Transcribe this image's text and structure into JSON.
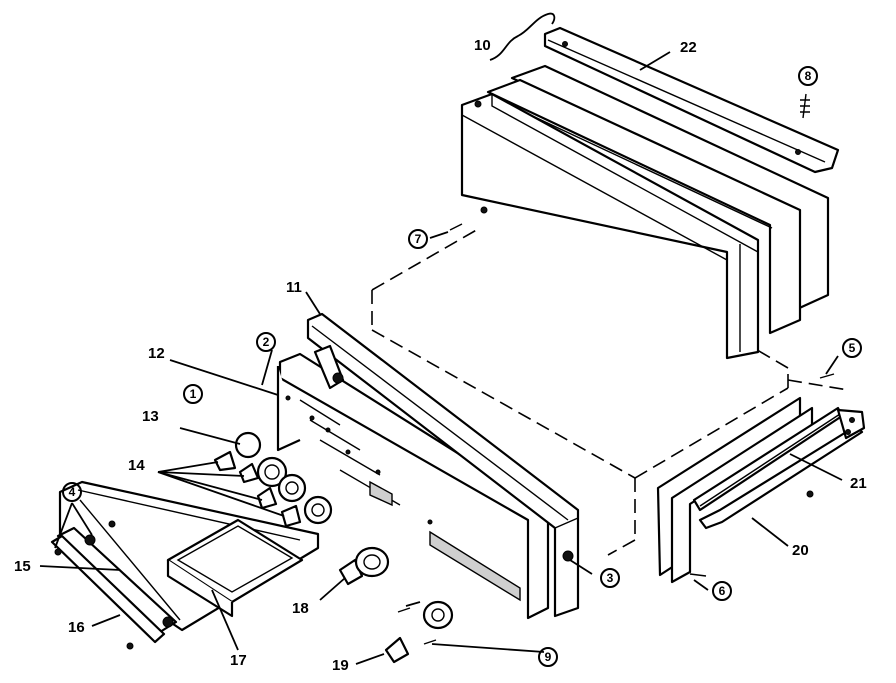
{
  "callouts": {
    "p1": "1",
    "p2": "2",
    "p3": "3",
    "p4": "4",
    "p5": "5",
    "p6": "6",
    "p7": "7",
    "p8": "8",
    "p9": "9",
    "p10": "10",
    "p11": "11",
    "p12": "12",
    "p13": "13",
    "p14": "14",
    "p15": "15",
    "p16": "16",
    "p17": "17",
    "p18": "18",
    "p19": "19",
    "p20": "20",
    "p21": "21",
    "p22": "22"
  }
}
